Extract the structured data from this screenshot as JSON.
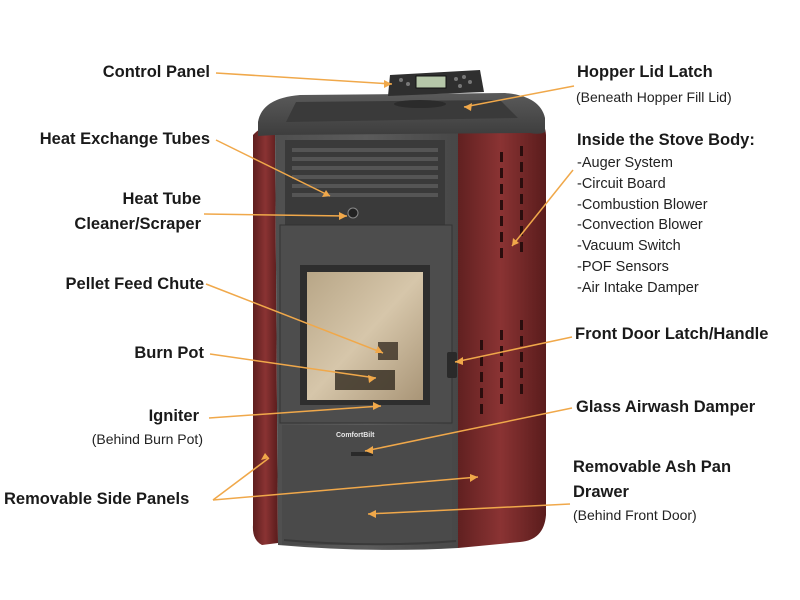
{
  "labels": {
    "control_panel": "Control Panel",
    "heat_exchange_tubes": "Heat Exchange Tubes",
    "heat_tube_cleaner_line1": "Heat Tube",
    "heat_tube_cleaner_line2": "Cleaner/Scraper",
    "pellet_feed_chute": "Pellet Feed Chute",
    "burn_pot": "Burn Pot",
    "igniter": "Igniter",
    "igniter_note": "(Behind Burn Pot)",
    "removable_side_panels": "Removable Side Panels",
    "hopper_lid_latch": "Hopper Lid Latch",
    "hopper_lid_latch_note": "(Beneath Hopper Fill Lid)",
    "inside_stove_body": "Inside the Stove Body:",
    "inside_items": [
      "-Auger System",
      "-Circuit Board",
      "-Combustion Blower",
      "-Convection Blower",
      "-Vacuum Switch",
      "-POF Sensors",
      "-Air Intake Damper"
    ],
    "front_door_latch": "Front Door Latch/Handle",
    "glass_airwash_damper": "Glass Airwash Damper",
    "ash_pan_line1": "Removable Ash Pan",
    "ash_pan_line2": "Drawer",
    "ash_pan_note": "(Behind Front Door)"
  },
  "product": {
    "brand": "ComfortBilt"
  },
  "colors": {
    "leader": "#f0a84a",
    "side_panel": "#7e2a2a",
    "body": "#4a4a4a",
    "glass": "#c9b69a"
  }
}
